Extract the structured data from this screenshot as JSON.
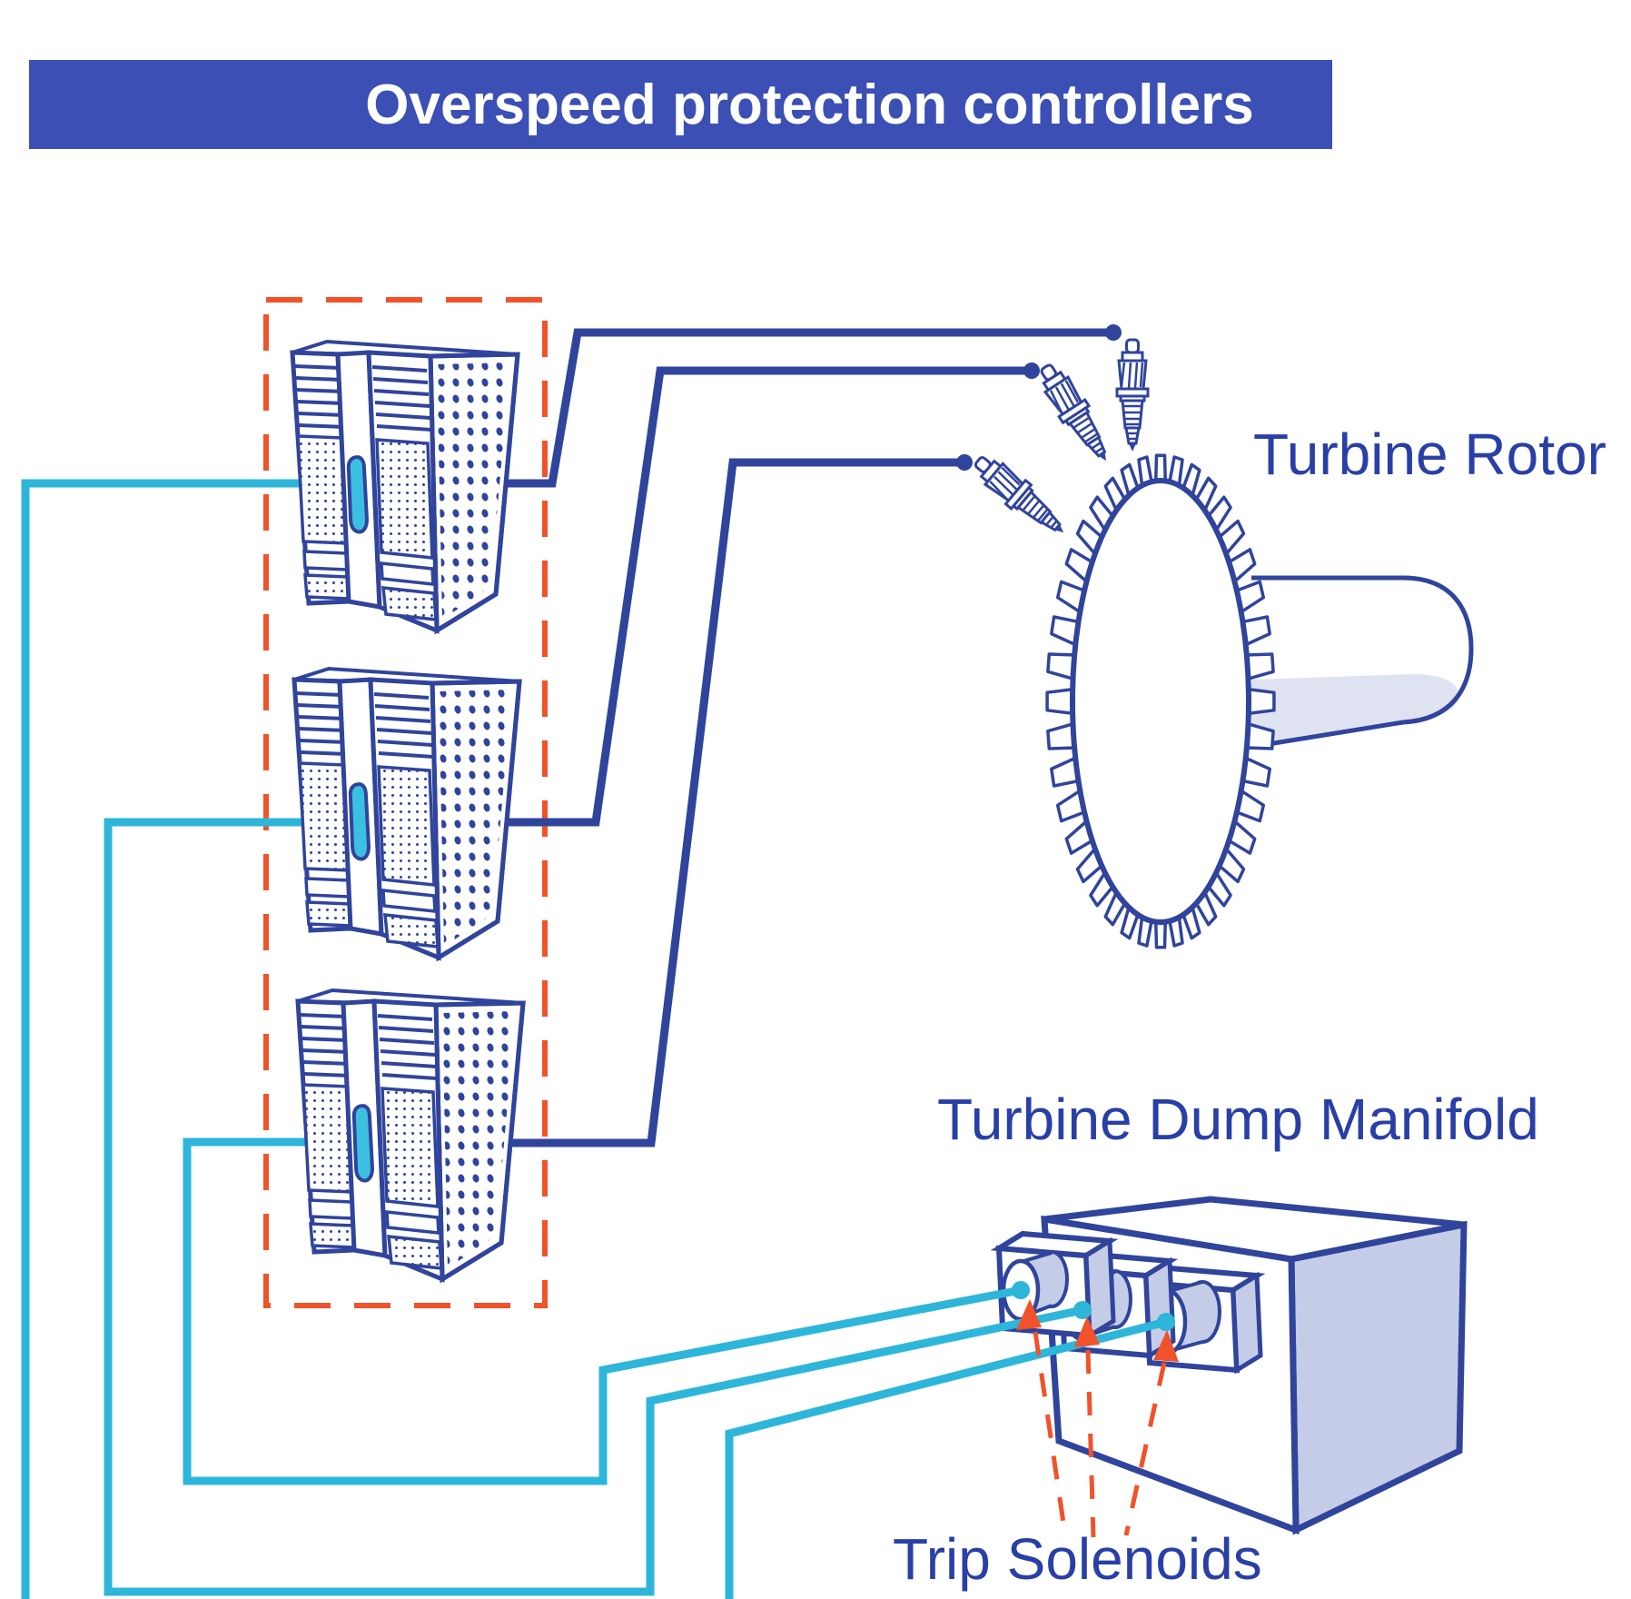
{
  "banner": {
    "label": "Overspeed protection controllers"
  },
  "labels": {
    "turbine_rotor": "Turbine Rotor",
    "turbine_dump_manifold": "Turbine Dump Manifold",
    "trip_solenoids": "Trip Solenoids"
  },
  "colors": {
    "banner_bg": "#3b4fb5",
    "banner_text": "#ffffff",
    "line_blue": "#30449c",
    "label_blue": "#2a3fa6",
    "wire_cyan": "#2db6da",
    "accent_orange": "#f1522a",
    "fill_lavender": "#c5cce7",
    "fill_lavender_light": "#dfe2f1",
    "handle_cyan": "#3cc0e2"
  },
  "diagram": {
    "controllers": {
      "count": 3,
      "icon": "controller-cabinet-icon"
    },
    "speed_probes": {
      "count": 3,
      "icon": "speed-probe-icon"
    },
    "turbine_rotor": {
      "icon": "toothed-wheel-icon"
    },
    "dump_manifold": {
      "icon": "manifold-box-icon"
    },
    "trip_solenoids": {
      "count": 3,
      "icon": "solenoid-icon"
    }
  }
}
